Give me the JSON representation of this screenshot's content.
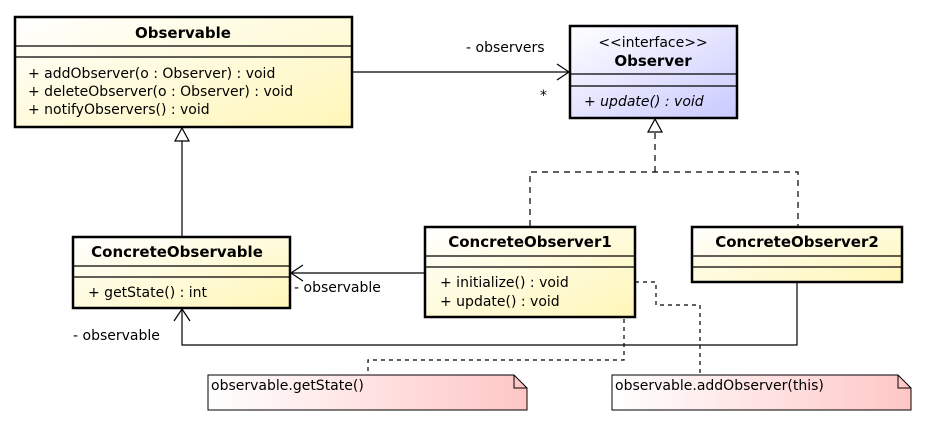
{
  "classes": {
    "observable": {
      "name": "Observable",
      "methods": [
        "+ addObserver(o : Observer) : void",
        "+ deleteObserver(o : Observer) : void",
        "+ notifyObservers() : void"
      ]
    },
    "observer": {
      "stereotype": "<<interface>>",
      "name": "Observer",
      "methods": [
        "+ update() : void"
      ]
    },
    "concrete_observable": {
      "name": "ConcreteObservable",
      "methods": [
        "+ getState() : int"
      ]
    },
    "concrete_observer1": {
      "name": "ConcreteObserver1",
      "methods": [
        "+ initialize() : void",
        "+ update() : void"
      ]
    },
    "concrete_observer2": {
      "name": "ConcreteObserver2",
      "methods": []
    }
  },
  "labels": {
    "observers_role": "- observers",
    "observers_multiplicity": "*",
    "observable_role_1": "- observable",
    "observable_role_2": "- observable"
  },
  "notes": {
    "get_state": "observable.getState()",
    "add_observer": "observable.addObserver(this)"
  },
  "colors": {
    "class_fill": "#fffde0",
    "interface_fill": "#e3e3ff",
    "note_fill": "#ffe6e6",
    "stroke": "#000000"
  }
}
